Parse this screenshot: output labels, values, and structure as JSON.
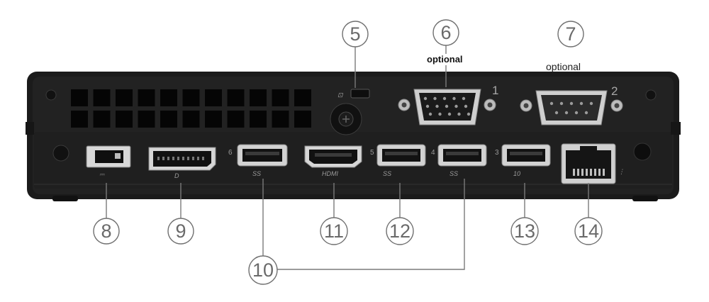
{
  "callouts": {
    "c5": "5",
    "c6": "6",
    "c7": "7",
    "c8": "8",
    "c9": "9",
    "c10": "10",
    "c11": "11",
    "c12": "12",
    "c13": "13",
    "c14": "14"
  },
  "optional_labels": {
    "vga": "optional",
    "serial": "optional"
  },
  "port_numbers": {
    "usb6": "6",
    "usb5": "5",
    "usb4": "4",
    "usb3": "3",
    "display1": "1",
    "serial2": "2"
  },
  "port_labels": {
    "ss": "SS",
    "hdmi": "HDMI",
    "ss_blue": "SS",
    "ss4": "SS",
    "ten": "10"
  },
  "colors": {
    "chassis": "#1c1c1c",
    "panel": "#222222",
    "callout_stroke": "#6f6f6f",
    "label_gray": "#9a9a9a"
  }
}
